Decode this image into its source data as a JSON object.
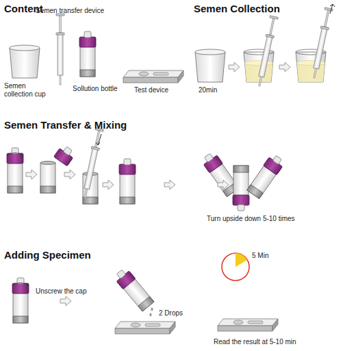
{
  "diagram": {
    "labels": [
      "Content",
      "Semen Collection",
      "Semen transfer device",
      "Semen collection cup",
      "Sollution bottle",
      "Test device",
      "20min",
      "Semen Transfer & Mixing",
      "Turn upside down 5-10 times",
      "Adding Specimen",
      "Unscrew the cap",
      "2 Drops",
      "5 Min",
      "Read the result at 5-10 min"
    ]
  }
}
